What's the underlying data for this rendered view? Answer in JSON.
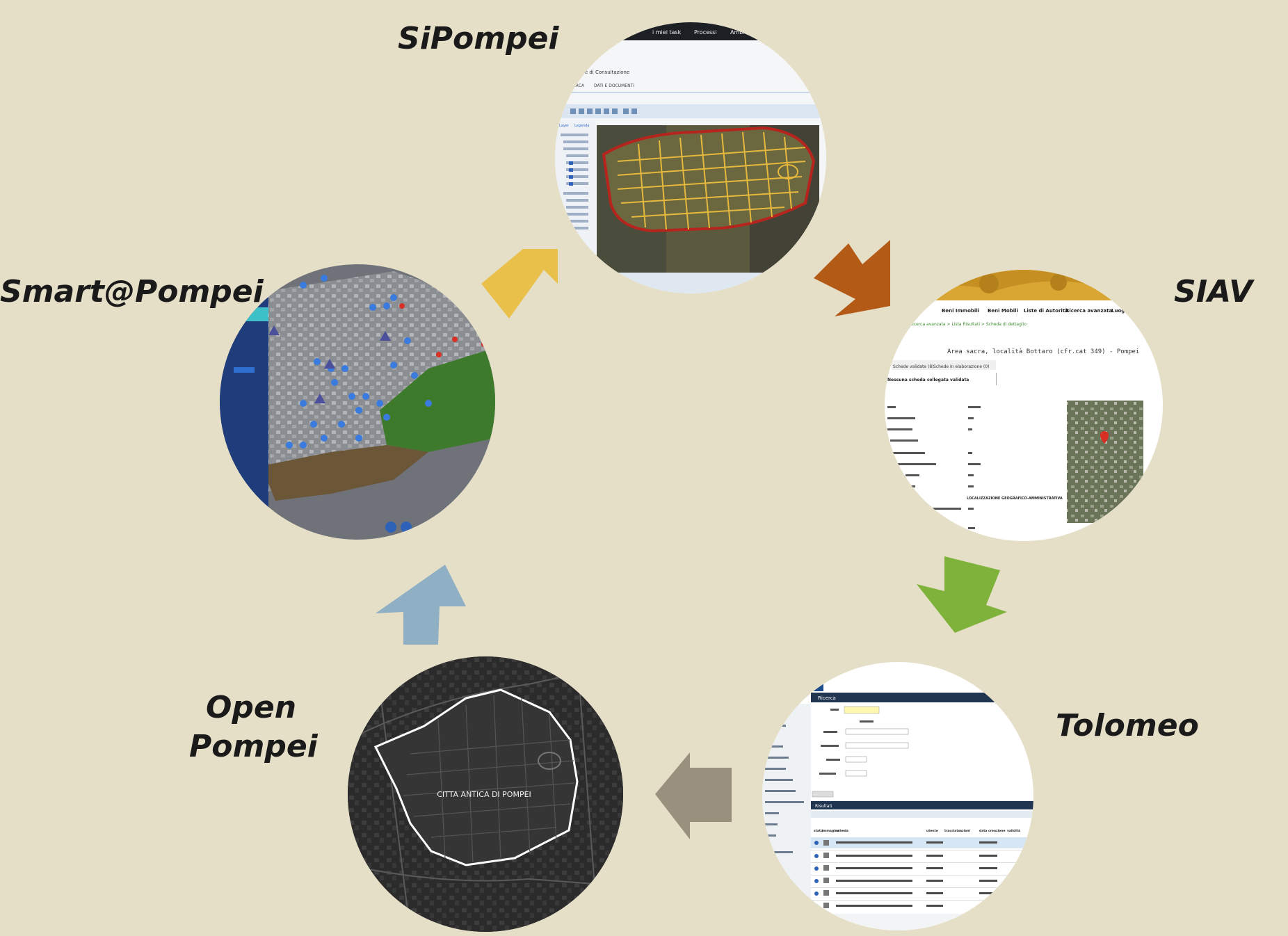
{
  "nodes": {
    "sipompei": {
      "label": "SiPompei",
      "ui": {
        "top_menu": [
          "i miei task",
          "Processi",
          "Ambiente"
        ],
        "title": "me di Consultazione",
        "tabs": [
          "ERCA",
          "DATI E DOCUMENTI"
        ],
        "panel_tabs": [
          "Layer",
          "Legenda"
        ]
      }
    },
    "siav": {
      "label": "SIAV",
      "ui": {
        "menu": [
          "Beni Immobili",
          "Beni Mobili",
          "Liste di Autorità",
          "Ricerca avanzata",
          "Luoghi di"
        ],
        "breadcrumb": "Ricerca avanzata > Lista Risultati > Scheda di dettaglio",
        "title": "Area sacra, località Bottaro (cfr.cat 349) - Pompei",
        "tabs": [
          "Schede validate (8)",
          "Schede in elaborazione (0)"
        ],
        "subtitle": "Nessuna scheda collegata validata",
        "section": "LOCALIZZAZIONE GEOGRAFICO-AMMINISTRATIVA"
      }
    },
    "tolomeo": {
      "label": "Tolomeo",
      "ui": {
        "header": "Ricerca",
        "results_header": "Risultati",
        "columns": [
          "stato",
          "immagine",
          "scheda",
          "utente",
          "tracciato",
          "azioni",
          "data creazione",
          "validità"
        ]
      }
    },
    "open_pompei": {
      "label_line1": "Open",
      "label_line2": "Pompei",
      "map_label": "CITTA ANTICA DI POMPEI"
    },
    "smart_pompei": {
      "label": "Smart@Pompei"
    }
  },
  "colors": {
    "background": "#e6dfc8",
    "arrow_smart_to_sipompei": "#e8c04a",
    "arrow_sipompei_to_siav": "#b35a17",
    "arrow_siav_to_tolomeo": "#7fb23a",
    "arrow_tolomeo_to_open": "#9a907e",
    "arrow_open_to_smart": "#8fb0c4"
  },
  "icons": {
    "arrows": "block-arrow-icon",
    "map_pins": "map-pin-icon"
  }
}
